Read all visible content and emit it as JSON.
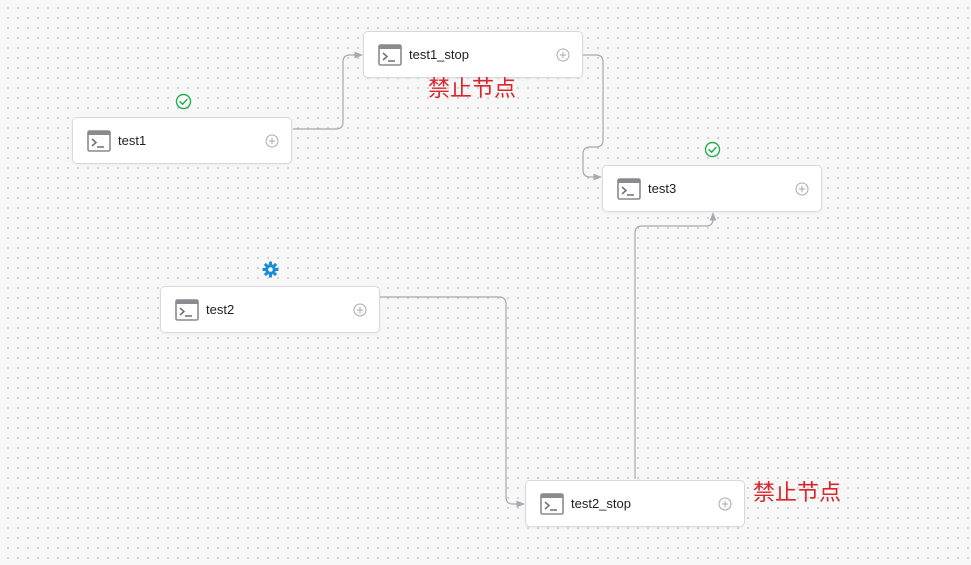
{
  "colors": {
    "success": "#22b04b",
    "running": "#1a8dd8",
    "annotation": "#d9262b",
    "edge": "#a9a9ad",
    "icon": "#8a8a8f"
  },
  "nodes": {
    "test1": {
      "label": "test1",
      "icon": "terminal-icon",
      "action_icon": "plus-circle-icon"
    },
    "test1_stop": {
      "label": "test1_stop",
      "icon": "terminal-icon",
      "action_icon": "plus-circle-icon"
    },
    "test3": {
      "label": "test3",
      "icon": "terminal-icon",
      "action_icon": "plus-circle-icon"
    },
    "test2": {
      "label": "test2",
      "icon": "terminal-icon",
      "action_icon": "plus-circle-icon"
    },
    "test2_stop": {
      "label": "test2_stop",
      "icon": "terminal-icon",
      "action_icon": "plus-circle-icon"
    }
  },
  "statuses": {
    "test1": {
      "state": "success",
      "icon": "check-circle-icon"
    },
    "test3": {
      "state": "success",
      "icon": "check-circle-icon"
    },
    "test2": {
      "state": "running",
      "icon": "gear-icon"
    }
  },
  "edges": [
    {
      "from": "test1",
      "to": "test1_stop"
    },
    {
      "from": "test1_stop",
      "to": "test3"
    },
    {
      "from": "test2",
      "to": "test2_stop"
    },
    {
      "from": "test2_stop",
      "to": "test3"
    }
  ],
  "annotations": {
    "test1_stop": "禁止节点",
    "test2_stop": "禁止节点"
  }
}
